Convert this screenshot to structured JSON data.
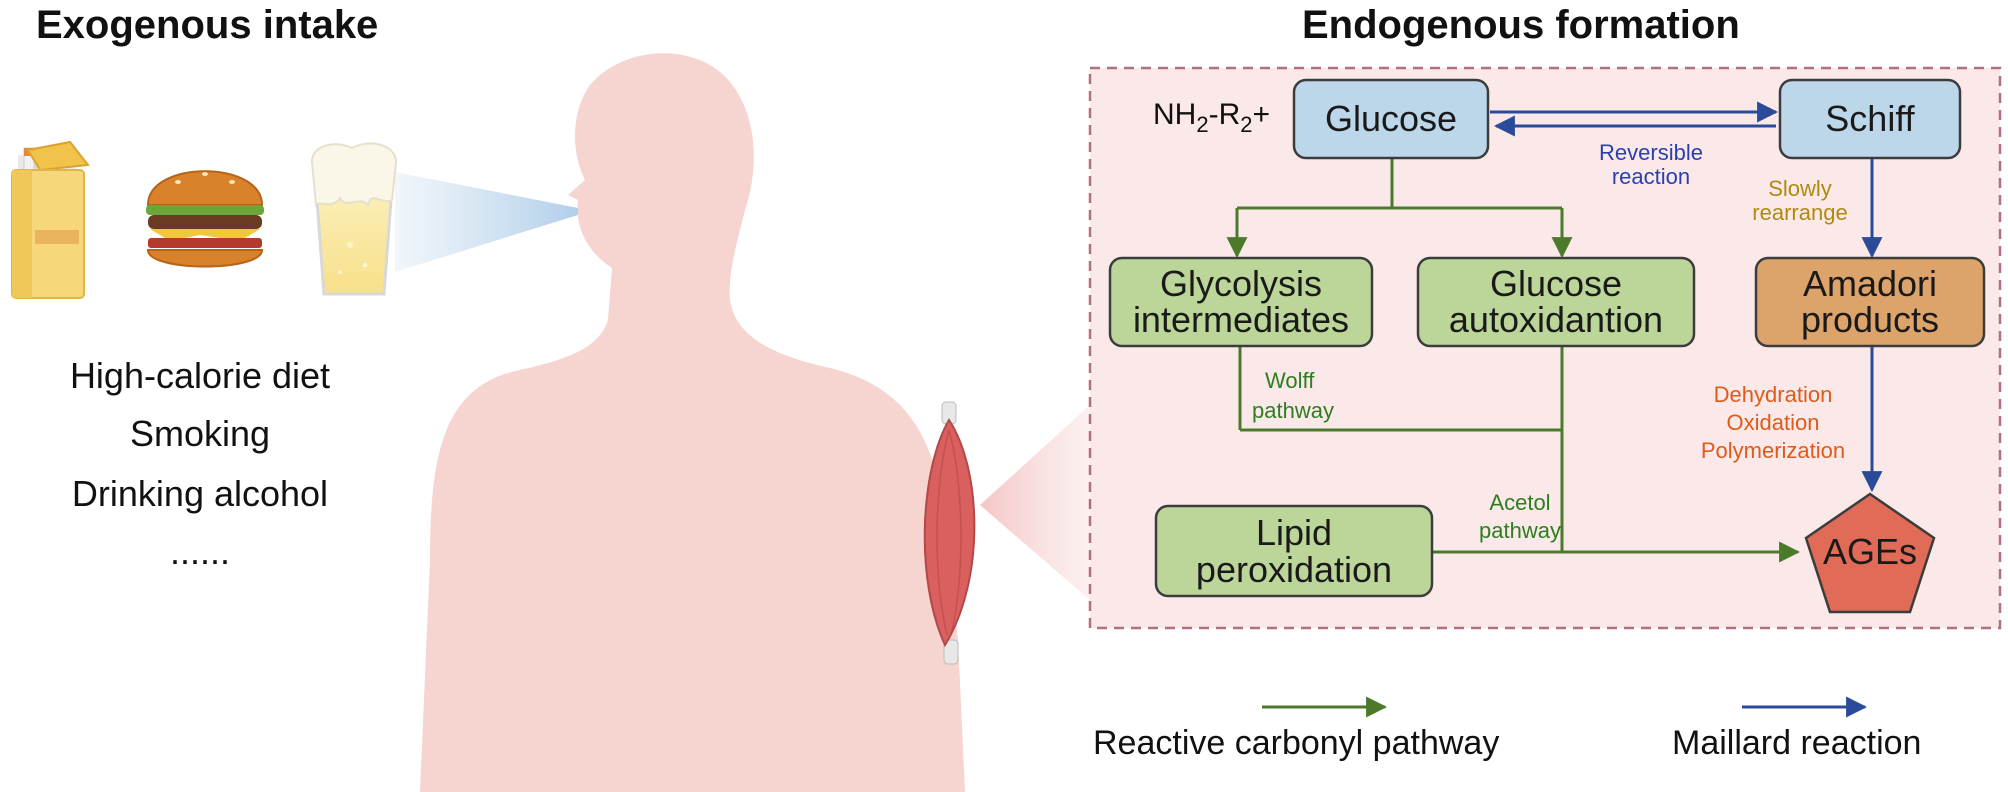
{
  "headings": {
    "left": "Exogenous intake",
    "right": "Endogenous formation"
  },
  "intake_items": [
    "High-calorie diet",
    "Smoking",
    "Drinking alcohol",
    "......"
  ],
  "icons": [
    "cigarette-pack-icon",
    "hamburger-icon",
    "beer-glass-icon",
    "human-silhouette-icon",
    "arm-muscle-icon"
  ],
  "reactant": {
    "prefix": "NH",
    "sub1": "2",
    "mid": "-R",
    "sub2": "2",
    "suffix": "+"
  },
  "nodes": {
    "glucose": "Glucose",
    "schiff": "Schiff",
    "glycolysis": [
      "Glycolysis",
      "intermediates"
    ],
    "autoxidation": [
      "Glucose",
      "autoxidantion"
    ],
    "amadori": [
      "Amadori",
      "products"
    ],
    "lipid": [
      "Lipid",
      "peroxidation"
    ],
    "ages": "AGEs"
  },
  "labels": {
    "reversible": [
      "Reversible",
      "reaction"
    ],
    "slowly": [
      "Slowly",
      "rearrange"
    ],
    "wolff": [
      "Wolff",
      "pathway"
    ],
    "acetol": [
      "Acetol",
      "pathway"
    ],
    "maillard_steps": [
      "Dehydration",
      "Oxidation",
      "Polymerization"
    ]
  },
  "legend": {
    "carbonyl": "Reactive carbonyl pathway",
    "maillard": "Maillard reaction"
  },
  "colors": {
    "green_arrow": "#4a7a2a",
    "blue_arrow": "#2a4a9a",
    "blue_box": "#bcd7ea",
    "green_box": "#bcd69a",
    "orange_box": "#dca46a",
    "ages_fill": "#e06c58",
    "body": "#f6d4d0",
    "dash_border": "#b07080",
    "green_text": "#2e7d1f",
    "blue_text": "#2b3fb0",
    "gold_text": "#b08a10",
    "orange_text": "#e05a1a"
  }
}
